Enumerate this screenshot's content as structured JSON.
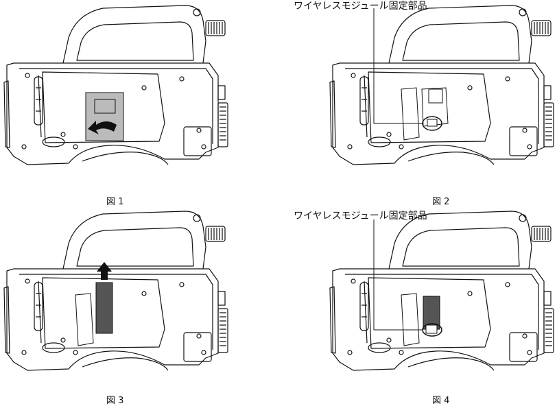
{
  "figures": [
    {
      "caption": "図 1"
    },
    {
      "caption": "図 2",
      "callout": "ワイヤレスモジュール固定部品"
    },
    {
      "caption": "図 3"
    },
    {
      "caption": "図 4",
      "callout": "ワイヤレスモジュール固定部品"
    }
  ]
}
